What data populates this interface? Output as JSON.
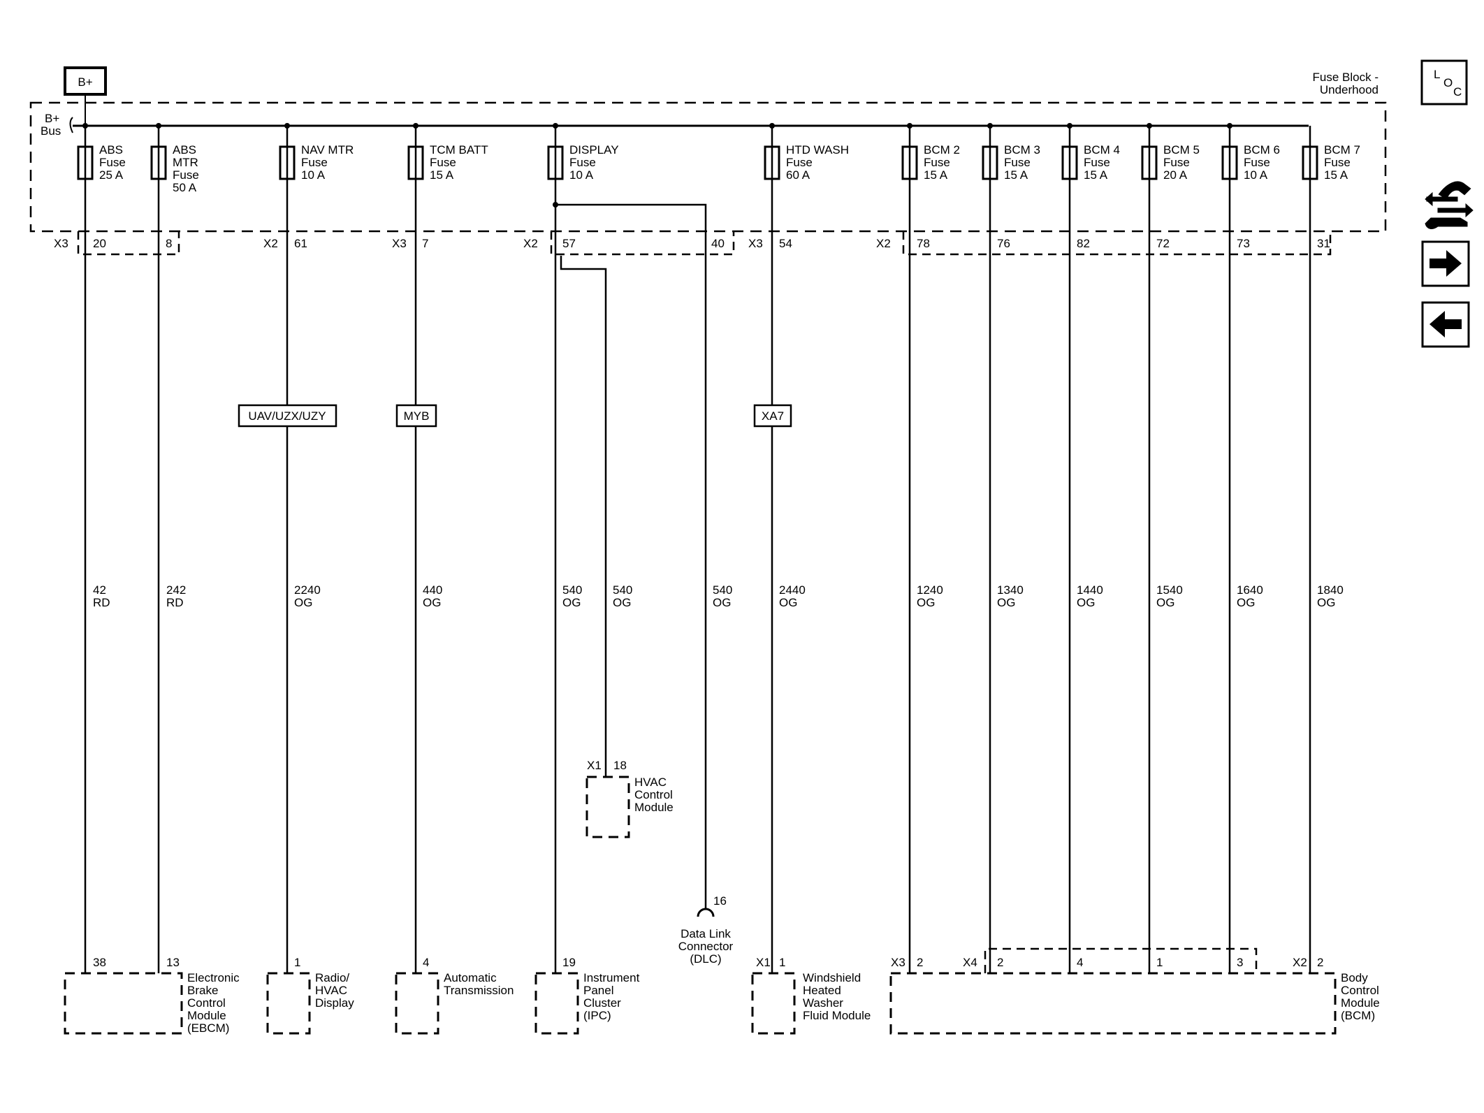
{
  "bplus_box": "B+",
  "bus_label": [
    "B+",
    "Bus"
  ],
  "fuse_block_title": [
    "Fuse Block -",
    "Underhood"
  ],
  "nav_icons": {
    "loc": {
      "l": "L",
      "o": "O",
      "c": "C",
      "icon": "location-icon"
    },
    "tools_icon": "wrench-hand-icon",
    "next_icon": "arrow-right-icon",
    "prev_icon": "arrow-left-icon"
  },
  "fuses": [
    {
      "id": "abs",
      "lines": [
        "ABS",
        "Fuse",
        "25 A"
      ]
    },
    {
      "id": "absmtr",
      "lines": [
        "ABS",
        "MTR",
        "Fuse",
        "50 A"
      ]
    },
    {
      "id": "navmtr",
      "lines": [
        "NAV MTR",
        "Fuse",
        "10 A"
      ]
    },
    {
      "id": "tcmbatt",
      "lines": [
        "TCM BATT",
        "Fuse",
        "15 A"
      ]
    },
    {
      "id": "display",
      "lines": [
        "DISPLAY",
        "Fuse",
        "10 A"
      ]
    },
    {
      "id": "htdwash",
      "lines": [
        "HTD WASH",
        "Fuse",
        "60 A"
      ]
    },
    {
      "id": "bcm2",
      "lines": [
        "BCM 2",
        "Fuse",
        "15 A"
      ]
    },
    {
      "id": "bcm3",
      "lines": [
        "BCM 3",
        "Fuse",
        "15 A"
      ]
    },
    {
      "id": "bcm4",
      "lines": [
        "BCM 4",
        "Fuse",
        "15 A"
      ]
    },
    {
      "id": "bcm5",
      "lines": [
        "BCM 5",
        "Fuse",
        "20 A"
      ]
    },
    {
      "id": "bcm6",
      "lines": [
        "BCM 6",
        "Fuse",
        "10 A"
      ]
    },
    {
      "id": "bcm7",
      "lines": [
        "BCM 7",
        "Fuse",
        "15 A"
      ]
    }
  ],
  "connectors": {
    "x3a": "X3",
    "x2a": "X2",
    "x3b": "X3",
    "x2b": "X2",
    "x3c": "X3",
    "x2c": "X2"
  },
  "pins_top": {
    "p20": "20",
    "p8": "8",
    "p61": "61",
    "p7": "7",
    "p57": "57",
    "p40": "40",
    "p54": "54",
    "p78": "78",
    "p76": "76",
    "p82": "82",
    "p72": "72",
    "p73": "73",
    "p31": "31"
  },
  "options": {
    "uav": "UAV/UZX/UZY",
    "myb": "MYB",
    "xa7": "XA7"
  },
  "wires": [
    {
      "id": "w42",
      "circuit": "42",
      "color": "RD"
    },
    {
      "id": "w242",
      "circuit": "242",
      "color": "RD"
    },
    {
      "id": "w2240",
      "circuit": "2240",
      "color": "OG"
    },
    {
      "id": "w440",
      "circuit": "440",
      "color": "OG"
    },
    {
      "id": "w540a",
      "circuit": "540",
      "color": "OG"
    },
    {
      "id": "w540b",
      "circuit": "540",
      "color": "OG"
    },
    {
      "id": "w540c",
      "circuit": "540",
      "color": "OG"
    },
    {
      "id": "w2440",
      "circuit": "2440",
      "color": "OG"
    },
    {
      "id": "w1240",
      "circuit": "1240",
      "color": "OG"
    },
    {
      "id": "w1340",
      "circuit": "1340",
      "color": "OG"
    },
    {
      "id": "w1440",
      "circuit": "1440",
      "color": "OG"
    },
    {
      "id": "w1540",
      "circuit": "1540",
      "color": "OG"
    },
    {
      "id": "w1640",
      "circuit": "1640",
      "color": "OG"
    },
    {
      "id": "w1840",
      "circuit": "1840",
      "color": "OG"
    }
  ],
  "hvac": {
    "conn": "X1",
    "pin": "18",
    "name": [
      "HVAC",
      "Control",
      "Module"
    ]
  },
  "dlc": {
    "pin": "16",
    "name": [
      "Data Link",
      "Connector",
      "(DLC)"
    ]
  },
  "modules": {
    "ebcm": {
      "pins": [
        "38",
        "13"
      ],
      "name": [
        "Electronic",
        "Brake",
        "Control",
        "Module",
        "(EBCM)"
      ]
    },
    "radio": {
      "pin": "1",
      "name": [
        "Radio/",
        "HVAC",
        "Display"
      ]
    },
    "trans": {
      "pin": "4",
      "name": [
        "Automatic",
        "Transmission"
      ]
    },
    "ipc": {
      "pin": "19",
      "name": [
        "Instrument",
        "Panel",
        "Cluster",
        "(IPC)"
      ]
    },
    "washer": {
      "conn": "X1",
      "pin": "1",
      "name": [
        "Windshield",
        "Heated",
        "Washer",
        "Fluid Module"
      ]
    },
    "bcm": {
      "conn_x3": "X3",
      "conn_x4": "X4",
      "conn_x2": "X2",
      "pins": [
        "2",
        "2",
        "4",
        "1",
        "3",
        "2"
      ],
      "name": [
        "Body",
        "Control",
        "Module",
        "(BCM)"
      ]
    }
  }
}
